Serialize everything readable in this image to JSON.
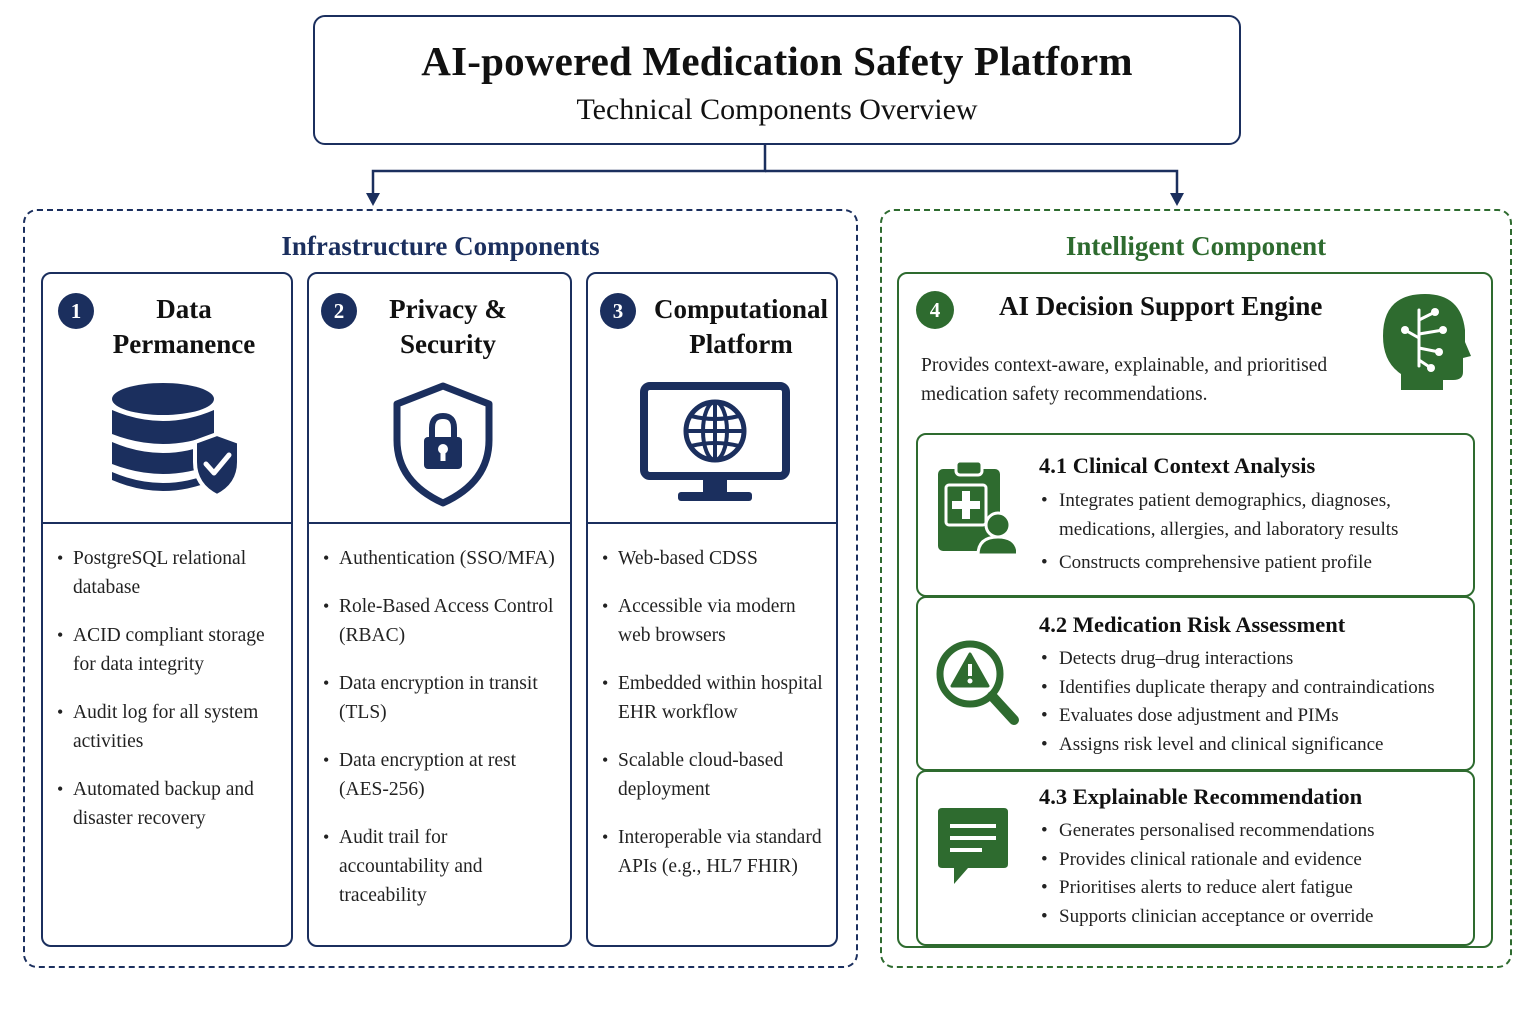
{
  "header": {
    "title": "AI-powered Medication Safety Platform",
    "subtitle": "Technical Components Overview"
  },
  "infrastructure": {
    "title": "Infrastructure Components",
    "cards": [
      {
        "number": "1",
        "title_line1": "Data",
        "title_line2": "Permanence",
        "icon": "database-shield-icon",
        "bullets": [
          "PostgreSQL relational database",
          "ACID compliant storage for data integrity",
          "Audit log for all system activities",
          "Automated backup and disaster recovery"
        ]
      },
      {
        "number": "2",
        "title_line1": "Privacy &",
        "title_line2": "Security",
        "icon": "shield-lock-icon",
        "bullets": [
          "Authentication (SSO/MFA)",
          "Role-Based Access Control (RBAC)",
          "Data encryption in transit (TLS)",
          "Data encryption at rest (AES-256)",
          "Audit trail for accountability and traceability"
        ]
      },
      {
        "number": "3",
        "title_line1": "Computational",
        "title_line2": "Platform",
        "icon": "monitor-globe-icon",
        "bullets": [
          "Web-based CDSS",
          "Accessible via modern web browsers",
          "Embedded within hospital EHR workflow",
          "Scalable cloud-based deployment",
          "Interoperable via standard APIs (e.g., HL7 FHIR)"
        ]
      }
    ]
  },
  "intelligent": {
    "title": "Intelligent Component",
    "engine": {
      "number": "4",
      "title": "AI Decision Support Engine",
      "description": "Provides context-aware, explainable, and prioritised medication safety recommendations.",
      "icon": "ai-head-circuit-icon"
    },
    "subcomponents": [
      {
        "title": "4.1 Clinical Context Analysis",
        "icon": "clipboard-patient-icon",
        "bullets": [
          "Integrates patient demographics, diagnoses, medications, allergies, and laboratory results",
          "Constructs comprehensive patient profile"
        ]
      },
      {
        "title": "4.2 Medication Risk Assessment",
        "icon": "magnifier-warning-icon",
        "bullets": [
          "Detects drug–drug interactions",
          "Identifies duplicate therapy and contraindications",
          "Evaluates dose adjustment and PIMs",
          "Assigns risk level and clinical significance"
        ]
      },
      {
        "title": "4.3 Explainable Recommendation",
        "icon": "chat-message-icon",
        "bullets": [
          "Generates personalised recommendations",
          "Provides clinical rationale and evidence",
          "Prioritises alerts to reduce alert fatigue",
          "Supports clinician acceptance or override"
        ]
      }
    ]
  },
  "colors": {
    "navy": "#1b2f5e",
    "green": "#2e6b2f"
  }
}
